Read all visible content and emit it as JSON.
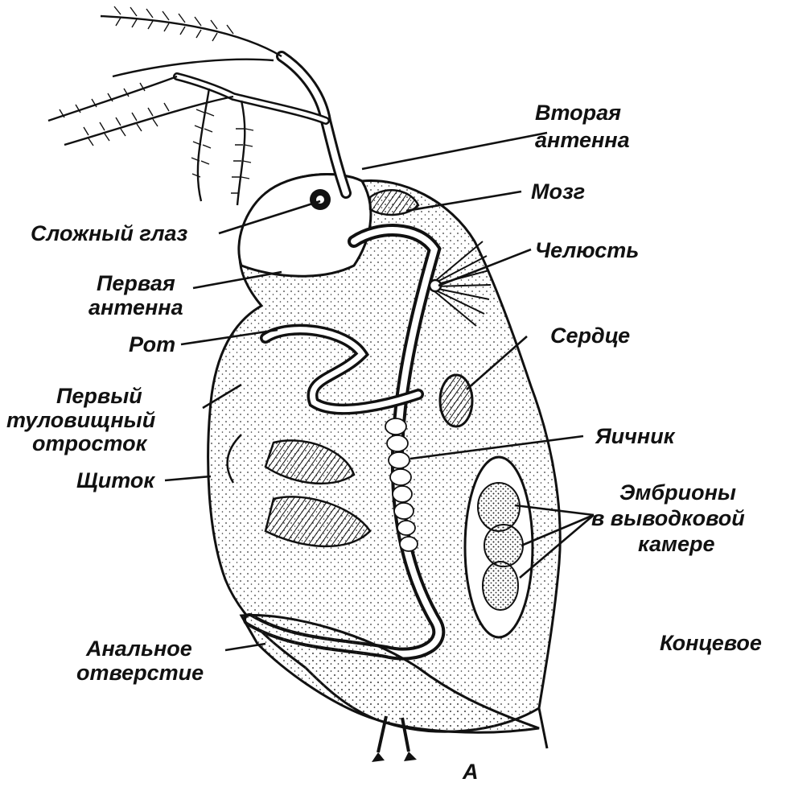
{
  "colors": {
    "ink": "#111111",
    "paper": "#ffffff",
    "stipple": "#333333"
  },
  "labels": {
    "second_antenna_1": "Вторая",
    "second_antenna_2": "антенна",
    "brain": "Мозг",
    "compound_eye": "Сложный глаз",
    "jaw": "Челюсть",
    "first_antenna_1": "Первая",
    "first_antenna_2": "антенна",
    "mouth": "Рот",
    "heart": "Сердце",
    "trunk_1": "Первый",
    "trunk_2": "туловищный",
    "trunk_3": "отросток",
    "ovary": "Яичник",
    "shield": "Щиток",
    "embryos_1": "Эмбрионы",
    "embryos_2": "в выводковой",
    "embryos_3": "камере",
    "anal_1": "Анальное",
    "anal_2": "отверстие",
    "terminal": "Концевое",
    "figure_letter": "А"
  }
}
